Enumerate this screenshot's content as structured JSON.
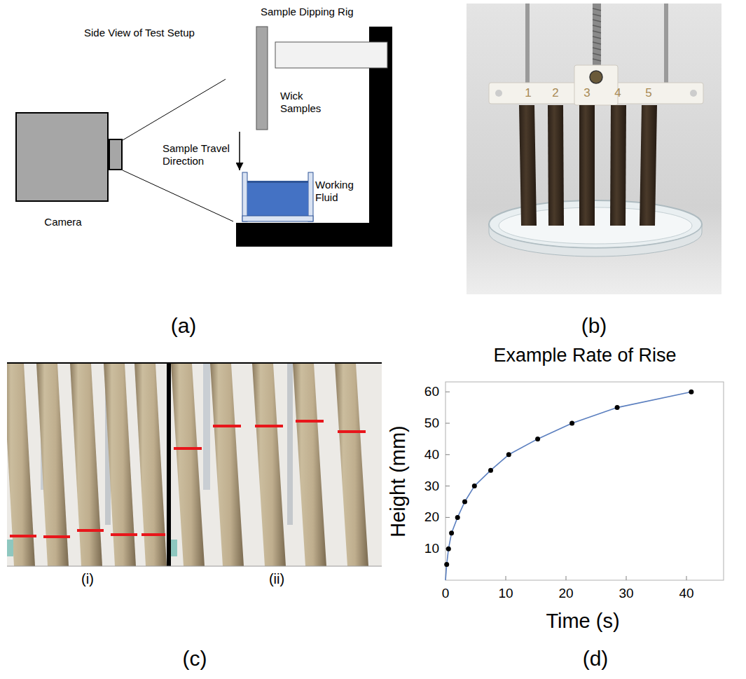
{
  "diagram": {
    "nodes": [
      {
        "text": [
          "Camera"
        ]
      },
      {
        "text": [
          "Wick Samples"
        ]
      },
      {
        "text": [
          "Working Fluid"
        ]
      }
    ],
    "edges": [
      {
        "from": 1,
        "to": 2,
        "arrow": "to",
        "label": "Sample Travel Direction"
      }
    ],
    "labels": [
      "Side View of Test Setup",
      "Sample Dipping Rig",
      "(a)",
      "(b)",
      "1",
      "2",
      "3",
      "4",
      "5",
      "(i)",
      "(ii)",
      "(c)",
      "Example Rate of Rise",
      "Height (mm)",
      "Time (s)",
      "10",
      "20",
      "30",
      "40",
      "50",
      "60",
      "0",
      "10",
      "20",
      "30",
      "40",
      "(d)"
    ]
  }
}
